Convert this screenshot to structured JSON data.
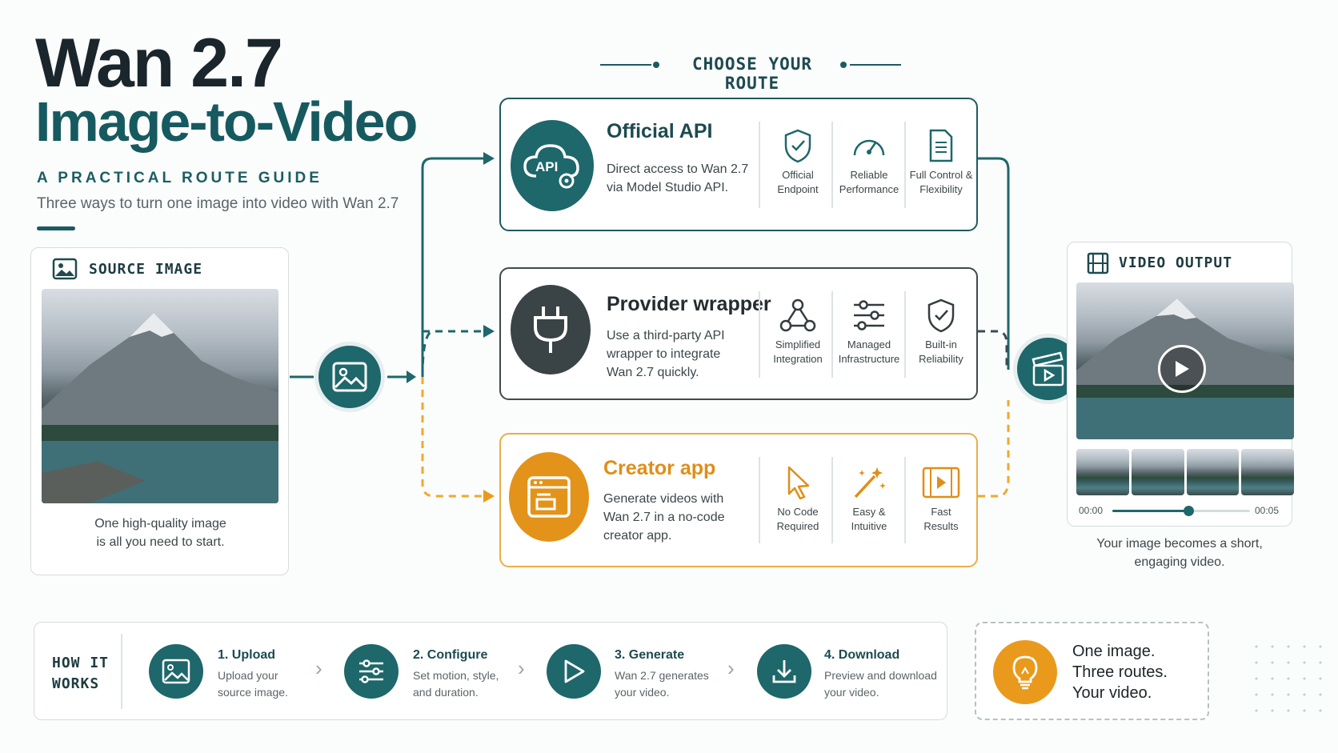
{
  "header": {
    "title": "Wan 2.7",
    "subtitle": "Image-to-Video",
    "tagline": "A PRACTICAL ROUTE GUIDE",
    "description": "Three ways to turn one image into video with Wan 2.7",
    "choose_label": "CHOOSE YOUR ROUTE"
  },
  "source": {
    "label": "SOURCE IMAGE",
    "caption_line1": "One high-quality image",
    "caption_line2": "is all you need to start."
  },
  "routes": [
    {
      "title": "Official API",
      "icon_text": "API",
      "desc": [
        "Direct access to Wan 2.7",
        "via Model Studio API."
      ],
      "features": [
        {
          "icon": "shield-check-icon",
          "line1": "Official",
          "line2": "Endpoint"
        },
        {
          "icon": "gauge-icon",
          "line1": "Reliable",
          "line2": "Performance"
        },
        {
          "icon": "document-icon",
          "line1": "Full Control &",
          "line2": "Flexibility"
        }
      ]
    },
    {
      "title": "Provider wrapper",
      "desc": [
        "Use a third-party API",
        "wrapper to integrate",
        "Wan 2.7 quickly."
      ],
      "features": [
        {
          "icon": "network-icon",
          "line1": "Simplified",
          "line2": "Integration"
        },
        {
          "icon": "sliders-icon",
          "line1": "Managed",
          "line2": "Infrastructure"
        },
        {
          "icon": "shield-check-icon",
          "line1": "Built-in",
          "line2": "Reliability"
        }
      ]
    },
    {
      "title": "Creator app",
      "desc": [
        "Generate videos with",
        "Wan 2.7 in a no-code",
        "creator app."
      ],
      "features": [
        {
          "icon": "cursor-icon",
          "line1": "No Code",
          "line2": "Required"
        },
        {
          "icon": "magic-wand-icon",
          "line1": "Easy &",
          "line2": "Intuitive"
        },
        {
          "icon": "film-play-icon",
          "line1": "Fast",
          "line2": "Results"
        }
      ]
    }
  ],
  "output": {
    "label": "VIDEO OUTPUT",
    "time_start": "00:00",
    "time_end": "00:05",
    "progress": 0.55,
    "caption_line1": "Your image becomes a short,",
    "caption_line2": "engaging video."
  },
  "how": {
    "label_line1": "HOW IT",
    "label_line2": "WORKS",
    "steps": [
      {
        "title": "1. Upload",
        "line1": "Upload your",
        "line2": "source image."
      },
      {
        "title": "2. Configure",
        "line1": "Set motion, style,",
        "line2": "and duration."
      },
      {
        "title": "3. Generate",
        "line1": "Wan 2.7 generates",
        "line2": "your video."
      },
      {
        "title": "4. Download",
        "line1": "Preview and download",
        "line2": "your video."
      }
    ]
  },
  "tip": {
    "line1": "One image.",
    "line2": "Three routes.",
    "line3": "Your video."
  },
  "colors": {
    "teal": "#1e676b",
    "dark": "#3e4a4e",
    "orange": "#e99a1c"
  }
}
